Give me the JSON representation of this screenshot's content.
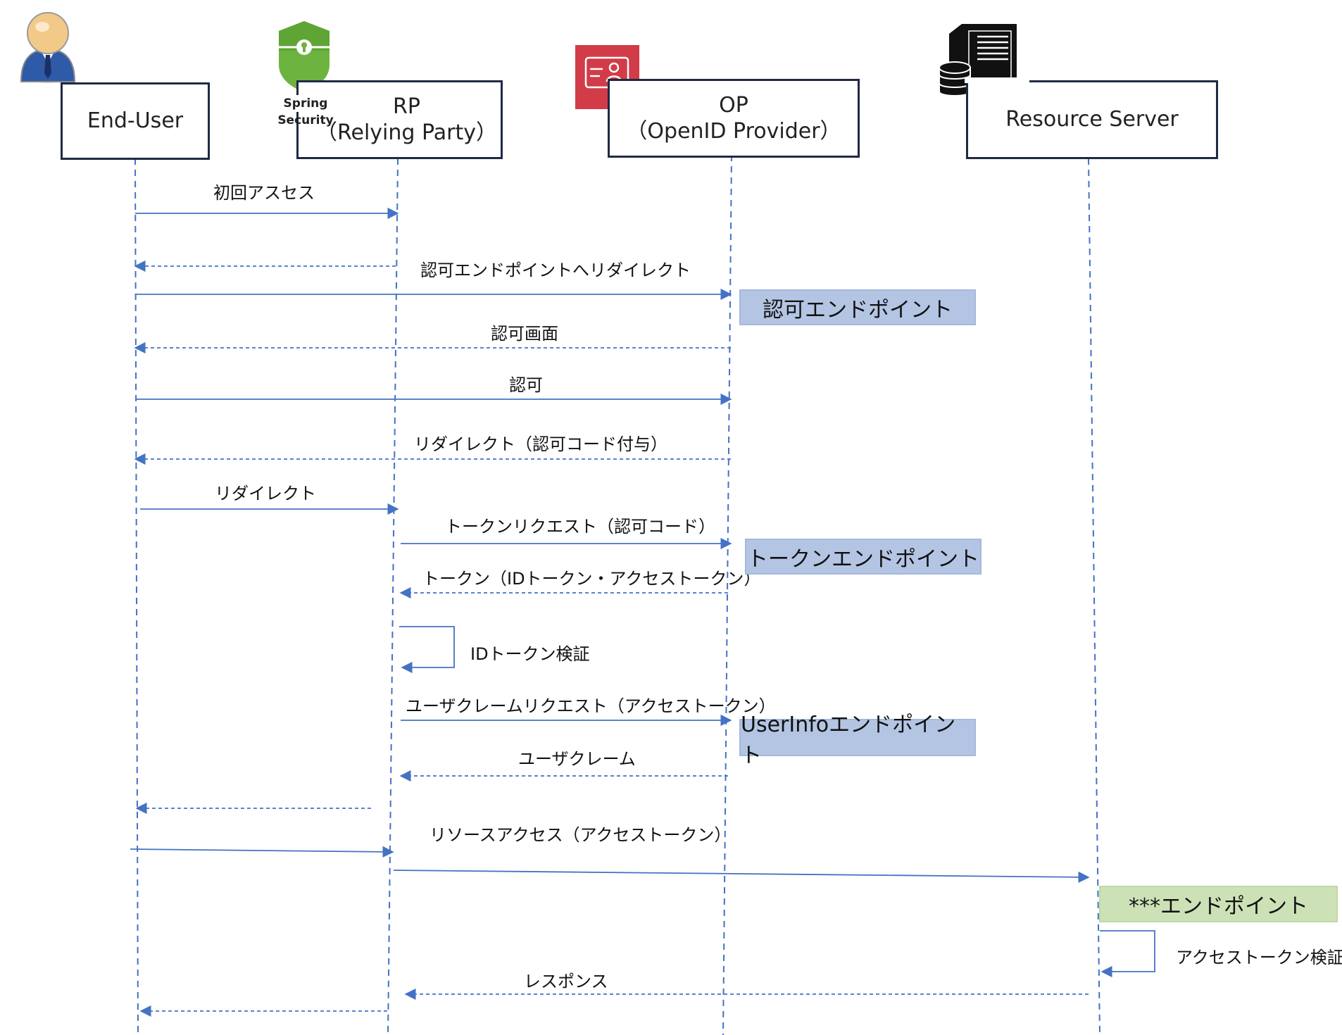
{
  "actors": {
    "end_user": {
      "label": "End-User"
    },
    "rp": {
      "line1": "RP",
      "line2": "（Relying Party）",
      "logo_text": "Spring Security"
    },
    "op": {
      "line1": "OP",
      "line2": "（OpenID Provider）"
    },
    "resource": {
      "label": "Resource Server"
    }
  },
  "messages": {
    "m1": "初回アスセス",
    "m2": "認可エンドポイントへリダイレクト",
    "m3": "認可画面",
    "m4": "認可",
    "m5": "リダイレクト（認可コード付与）",
    "m6": "リダイレクト",
    "m7": "トークンリクエスト（認可コード）",
    "m8": "トークン（IDトークン・アクセストークン）",
    "m9": "IDトークン検証",
    "m10": "ユーザクレームリクエスト（アクセストークン）",
    "m11": "ユーザクレーム",
    "m12": "リソースアクセス（アクセストークン）",
    "m13": "アクセストークン検証",
    "m14": "レスポンス"
  },
  "endpoints": {
    "authz": "認可エンドポイント",
    "token": "トークンエンドポイント",
    "userinfo": "UserInfoエンドポイント",
    "resource": "***エンドポイント"
  },
  "colors": {
    "line": "#4472c4",
    "box_border": "#1f2a44",
    "endpoint_blue": "#b4c5e4",
    "endpoint_green": "#cde1b7",
    "spring_green": "#6db33f",
    "op_red": "#d13c48"
  },
  "icons": {
    "end_user": "user-avatar-icon",
    "rp": "spring-security-shield-icon",
    "op": "identity-verification-icon",
    "resource": "server-database-icon"
  }
}
